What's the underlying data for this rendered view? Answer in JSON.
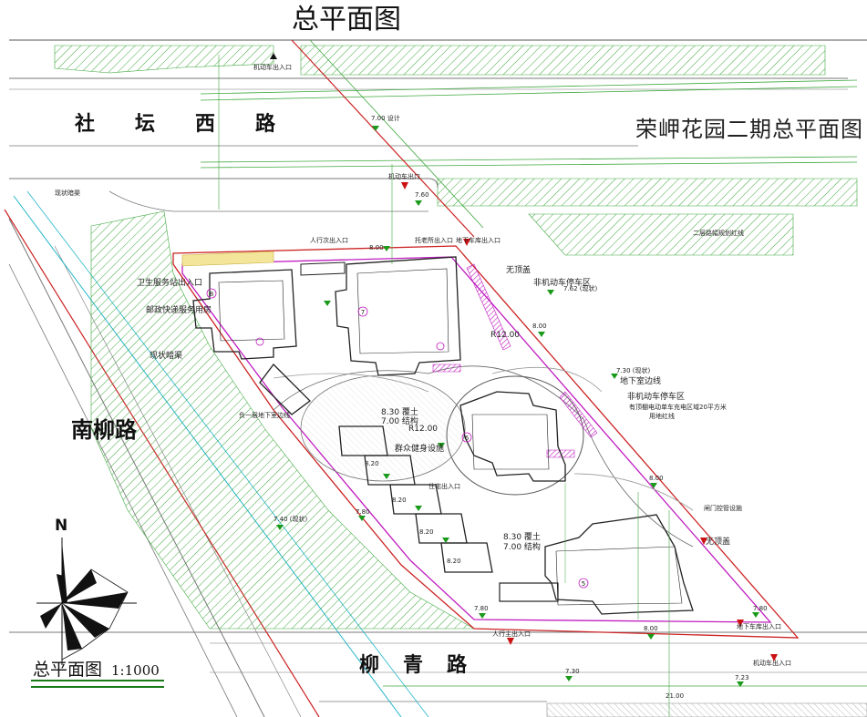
{
  "page_title": "总平面图",
  "plan_title": "荣岬花园二期总平面图",
  "roads": {
    "shetan": "社坛西路",
    "nanliu": "南柳路",
    "liuqing": "柳青路"
  },
  "scale": {
    "label": "总平面图",
    "ratio": "1:1000"
  },
  "north": "N",
  "labels": {
    "l01": "机动车出入口",
    "l02": "7.00 设计",
    "l03": "机动车出口",
    "l04": "7.60",
    "l05": "现状暗渠",
    "l06": "人行次出入口",
    "l07": "8.00",
    "l08": "托老所出入口",
    "l09": "地下车库出入口",
    "l10": "二层路幅规划红线",
    "l11": "卫生服务站出入口",
    "l12": "邮政快递服务用房",
    "l13": "无顶盖",
    "l14": "非机动车停车区",
    "l15": "7.62 (现状)",
    "l16": "现状暗渠",
    "l17": "7.30 (现状)",
    "l18": "地下室边线",
    "l19": "非机动车停车区",
    "l20": "有顶棚电动单车充电区域20平方米",
    "l21": "用地红线",
    "l22": "8.30 覆土",
    "l23": "7.00 结构",
    "l24": "R12.00",
    "l25": "群众健身设施",
    "l26": "住宅出入口",
    "l27": "负一层地下室边线",
    "l28": "8.20",
    "l29": "7.40 (现状)",
    "l30": "7.80",
    "l31": "8.30 覆土",
    "l32": "7.00 结构",
    "l33": "闸门控管设施",
    "l34": "无顶盖",
    "l35": "人行主出入口",
    "l36": "8.00",
    "l37": "机动车出入口",
    "l38": "地下车库出入口",
    "l39": "7.30",
    "l40": "7.23",
    "l41": "7.80",
    "l42": "21.00",
    "l43": "8.20",
    "l44": "8.20",
    "l45": "8.20",
    "l46": "8.00",
    "l47": "R12.00",
    "l48": "8.00",
    "l49": "7.80"
  },
  "colors": {
    "hatch_green": "#3fa83f",
    "red_line": "#cc2222",
    "magenta_line": "#c01cc0",
    "cyan_line": "#22b6c8",
    "building": "#222222"
  }
}
